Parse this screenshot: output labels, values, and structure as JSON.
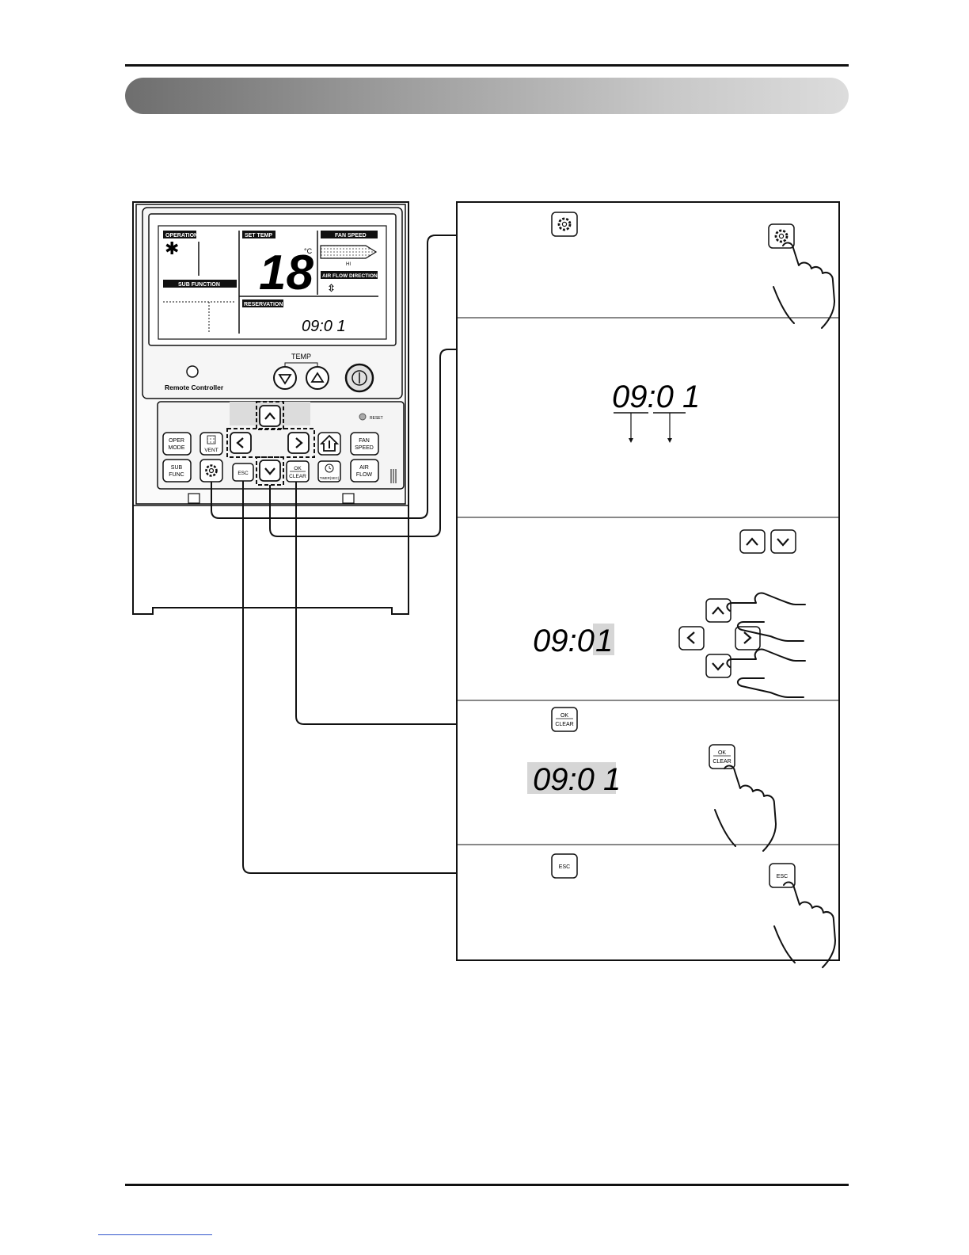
{
  "controller": {
    "lcd": {
      "operation_label": "OPERATION",
      "sub_function_label": "SUB FUNCTION",
      "set_temp_label": "SET TEMP",
      "set_temp_value": "18",
      "temp_unit": "°C",
      "fan_speed_label": "FAN SPEED",
      "fan_speed_level": "HI",
      "air_flow_label": "AIR FLOW DIRECTION",
      "reservation_label": "RESERVATION",
      "time_display": "09:0 1"
    },
    "name_label": "Remote Controller",
    "temp_label": "TEMP",
    "reset_label": "RESET",
    "buttons": {
      "oper_mode": [
        "OPER",
        "MODE"
      ],
      "vent": "VENT",
      "fan_speed": [
        "FAN",
        "SPEED"
      ],
      "sub_func": [
        "SUB",
        "FUNC"
      ],
      "esc": "ESC",
      "ok_clear": [
        "OK",
        "CLEAR"
      ],
      "timer": "TIMER(SEC)",
      "air_flow": [
        "AIR",
        "FLOW"
      ]
    }
  },
  "steps": {
    "step2_time": "09:0 1",
    "step3_hour": "09:0",
    "step3_minute": "1",
    "step4_time": "09:0 1",
    "ok_button": [
      "OK",
      "CLEAR"
    ],
    "esc_button": "ESC"
  },
  "colors": {
    "ink": "#111111",
    "panel": "#f2f2f2",
    "highlight": "#d6d6d6"
  }
}
